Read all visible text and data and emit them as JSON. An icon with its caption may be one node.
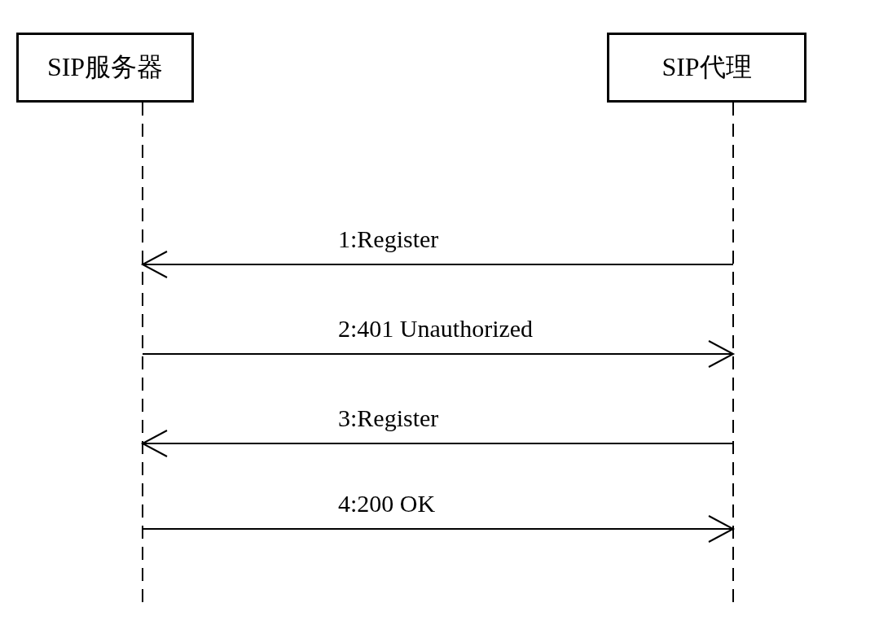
{
  "diagram": {
    "nodes": [
      {
        "text": [
          "SIP服务器"
        ]
      },
      {
        "text": [
          "SIP代理"
        ]
      }
    ],
    "edges": [
      {
        "from": 1,
        "to": 0,
        "arrow": "to",
        "label": "1:Register"
      },
      {
        "from": 0,
        "to": 1,
        "arrow": "to",
        "label": "2:401 Unauthorized"
      },
      {
        "from": 1,
        "to": 0,
        "arrow": "to",
        "label": "3:Register"
      },
      {
        "from": 0,
        "to": 1,
        "arrow": "to",
        "label": "4:200 OK"
      }
    ]
  }
}
